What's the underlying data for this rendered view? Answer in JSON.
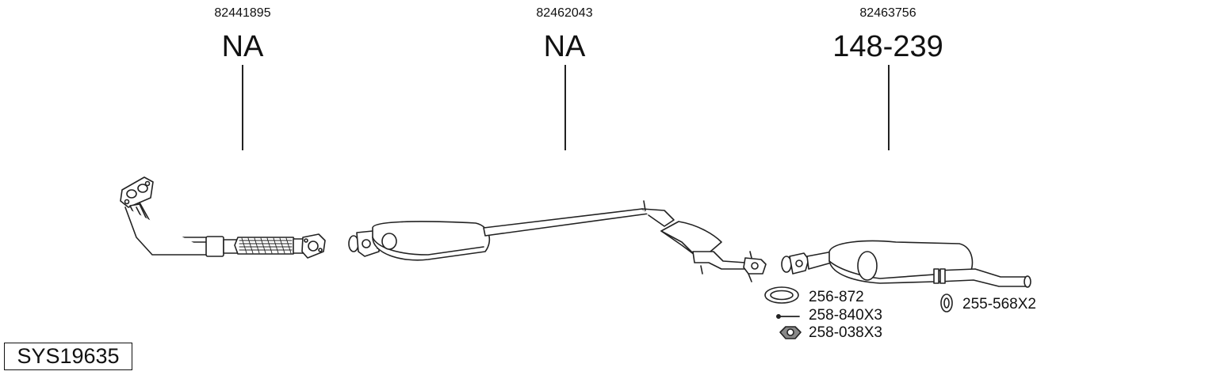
{
  "sections": [
    {
      "oe_number": "82441895",
      "part_number": "NA"
    },
    {
      "oe_number": "82462043",
      "part_number": "NA"
    },
    {
      "oe_number": "82463756",
      "part_number": "148-239"
    }
  ],
  "accessories": [
    {
      "label": "256-872",
      "icon": "gasket-ring-icon"
    },
    {
      "label": "258-840X3",
      "icon": "bolt-icon"
    },
    {
      "label": "258-038X3",
      "icon": "nut-icon"
    },
    {
      "label": "255-568X2",
      "icon": "rubber-mount-icon"
    }
  ],
  "system_code": "SYS19635"
}
